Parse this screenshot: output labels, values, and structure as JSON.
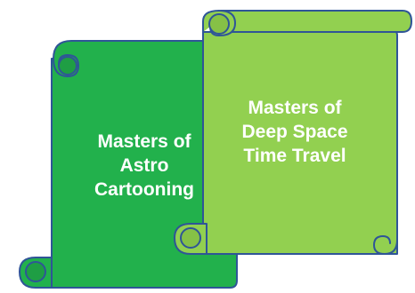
{
  "colors": {
    "left_scroll_fill": "#22b14c",
    "right_scroll_fill": "#92d050",
    "outline": "#2f5597",
    "text": "#ffffff",
    "background": "#ffffff"
  },
  "scrolls": [
    {
      "lines": [
        "Masters of",
        "Astro",
        "Cartooning"
      ]
    },
    {
      "lines": [
        "Masters of",
        "Deep Space",
        "Time Travel"
      ]
    }
  ]
}
